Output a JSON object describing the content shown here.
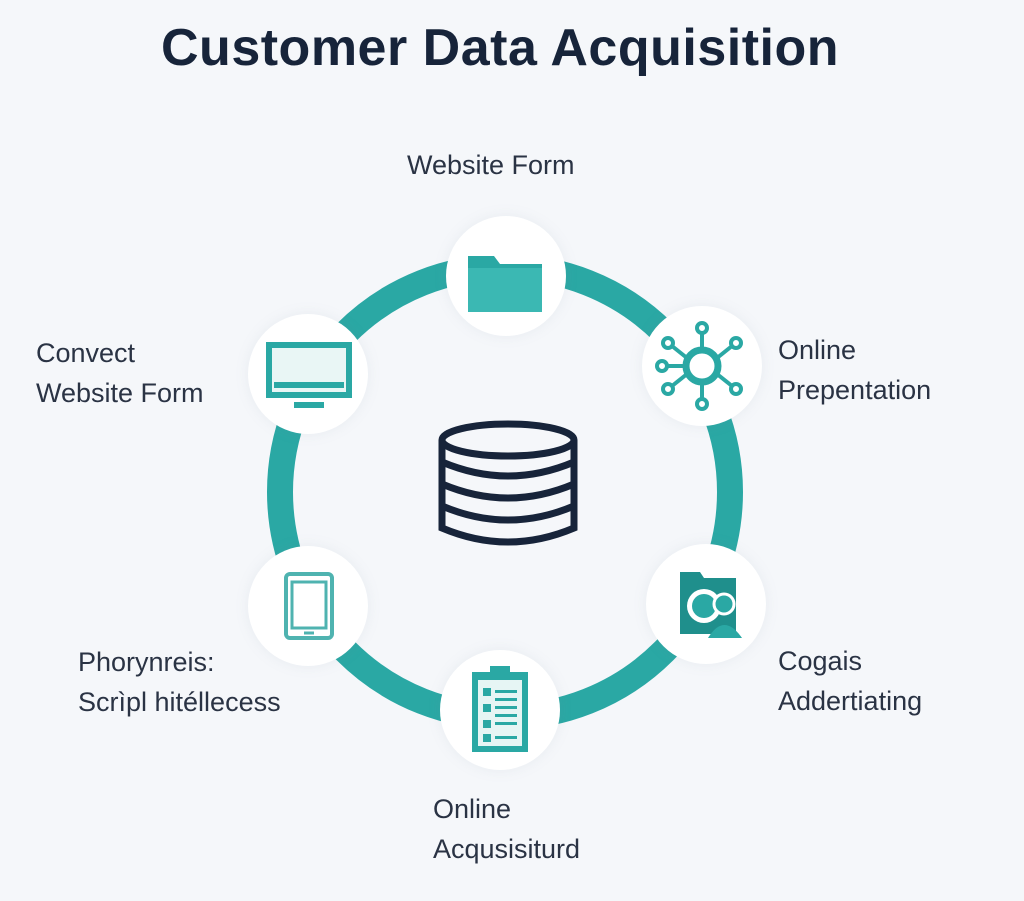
{
  "title": "Customer Data Acquisition",
  "nodes": [
    {
      "label_lines": [
        "Website Form"
      ],
      "icon": "folder-icon"
    },
    {
      "label_lines": [
        "Online",
        "Prepentation"
      ],
      "icon": "network-hub-icon"
    },
    {
      "label_lines": [
        "Cogais",
        "Addertiating"
      ],
      "icon": "user-folder-icon"
    },
    {
      "label_lines": [
        "Online",
        "Acqusisiturd"
      ],
      "icon": "clipboard-checklist-icon"
    },
    {
      "label_lines": [
        "Phorynreis:",
        "Scrìpl hitéllecess"
      ],
      "icon": "tablet-icon"
    },
    {
      "label_lines": [
        "Convect",
        "Website Form"
      ],
      "icon": "monitor-icon"
    }
  ],
  "center": {
    "icon": "database-icon"
  },
  "colors": {
    "ring": "#2aa8a4",
    "icon": "#2aa8a4",
    "database": "#17243a",
    "title": "#17243a"
  }
}
